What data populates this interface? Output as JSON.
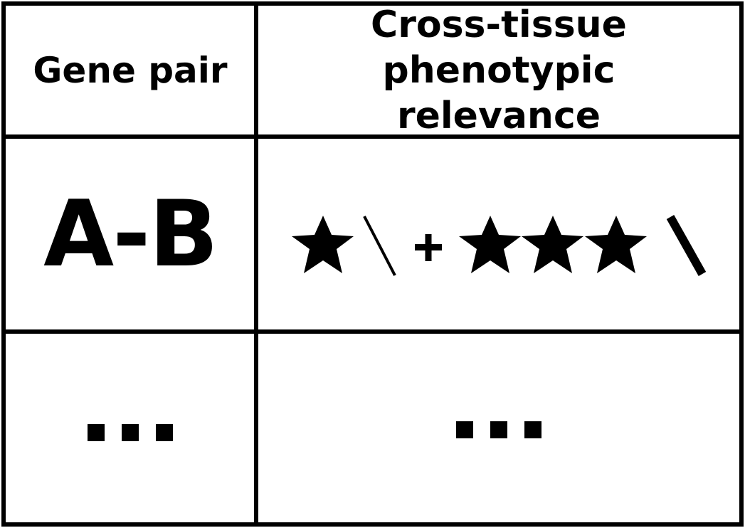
{
  "table": {
    "headers": {
      "gene_pair": "Gene pair",
      "relevance": "Cross-tissue phenotypic relevance"
    },
    "rows": [
      {
        "gene_pair": "A-B",
        "relevance_symbols": [
          "star",
          "backslash-thin",
          "plus",
          "star",
          "star",
          "star",
          "backslash-bold"
        ]
      },
      {
        "gene_pair": "...",
        "relevance": "..."
      }
    ]
  }
}
